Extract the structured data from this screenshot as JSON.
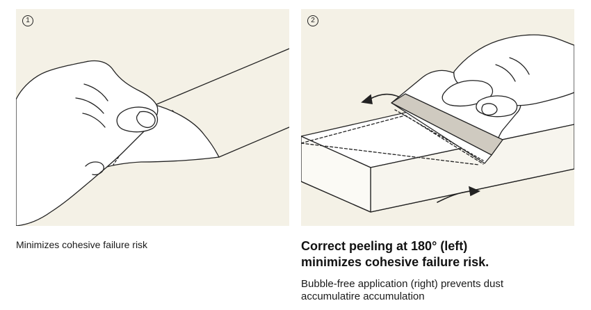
{
  "panels": {
    "left": {
      "step": "1"
    },
    "right": {
      "step": "2"
    }
  },
  "captions": {
    "left": "Minimizes cohesive failure risk",
    "right_title_line1": "Correct peeling at 180° (left)",
    "right_title_line2": "minimizes cohesive failure risk.",
    "right_sub_line1": "Bubble-free application (right) prevents dust",
    "right_sub_line2": "accumulatire accumulation"
  },
  "colors": {
    "panel_bg": "#f4f1e6",
    "line": "#222222",
    "squeegee_band": "#cfcac0"
  }
}
